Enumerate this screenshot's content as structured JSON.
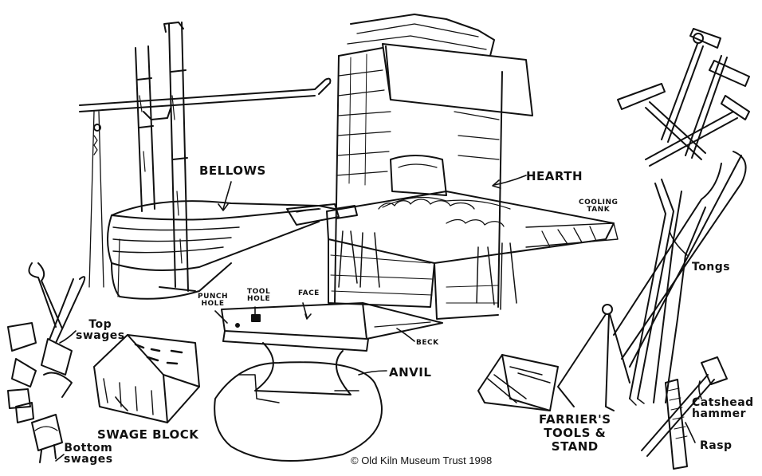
{
  "labels": {
    "bellows": "BELLOWS",
    "hearth": "HEARTH",
    "cooling_tank": [
      "COOLING",
      "TANK"
    ],
    "tongs": "Tongs",
    "top_swages": [
      "Top",
      "swages"
    ],
    "punch_hole": [
      "PUNCH",
      "HOLE"
    ],
    "tool_hole": [
      "TOOL",
      "HOLE"
    ],
    "face": "FACE",
    "beck": "BECK",
    "anvil": "ANVIL",
    "swage_block": "SWAGE BLOCK",
    "bottom_swages": [
      "Bottom",
      "swages"
    ],
    "farriers": [
      "FARRIER'S",
      "TOOLS &",
      "STAND"
    ],
    "catshead_hammer": [
      "Catshead",
      "hammer"
    ],
    "rasp": "Rasp"
  },
  "copyright": "© Old Kiln Museum Trust 1998"
}
